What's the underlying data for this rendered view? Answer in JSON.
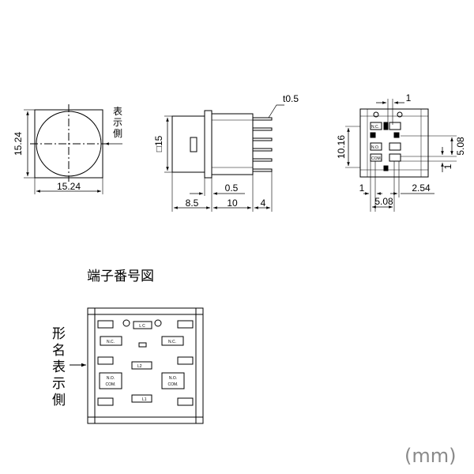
{
  "front_view": {
    "width_dim": "15.24",
    "height_dim": "15.24",
    "display_side_label": "表示側"
  },
  "side_view": {
    "thickness_label": "t0.5",
    "square_dim": "□15",
    "dim_0_5": "0.5",
    "dim_8_5": "8.5",
    "dim_10": "10",
    "dim_4": "4"
  },
  "bottom_view": {
    "dim_1_top": "1",
    "dim_10_16": "10.16",
    "dim_5_08_right": "5.08",
    "dim_1_right": "1",
    "dim_1_bottom": "1",
    "dim_2_54": "2.54",
    "dim_5_08_bottom": "5.08",
    "pad_nc": "N.C.",
    "pad_no": "N.O.",
    "pad_com": "COM."
  },
  "terminal_diagram": {
    "title": "端子番号図",
    "side_label": [
      "形",
      "名",
      "表",
      "示",
      "側"
    ],
    "lc": "L C",
    "nc_left": "N.C.",
    "nc_right": "N.C.",
    "l2": "L2",
    "l1": "L1",
    "no_left": "N.O.",
    "com_left": "COM.",
    "no_right": "N.O.",
    "com_right": "COM."
  },
  "unit_label": "(mm)"
}
